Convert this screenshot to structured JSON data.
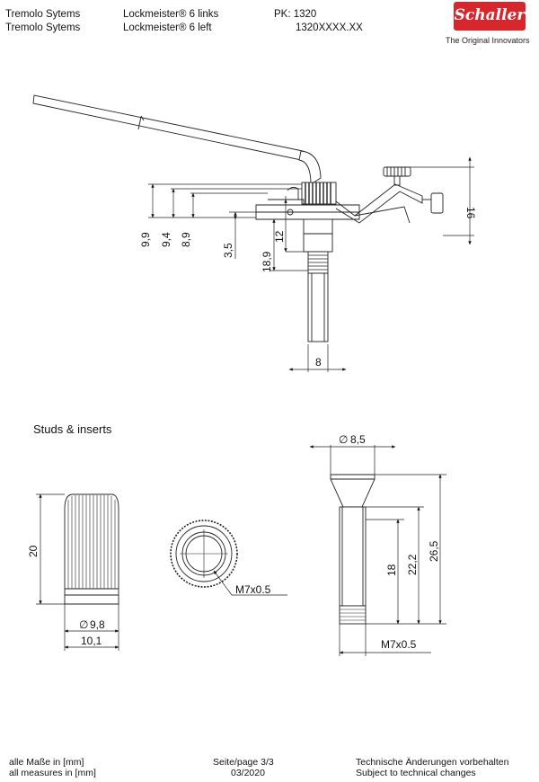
{
  "header": {
    "col1": [
      "Tremolo Sytems",
      "Tremolo Sytems"
    ],
    "col2": [
      "Lockmeister® 6 links",
      "Lockmeister® 6 left"
    ],
    "col3": [
      "PK: 1320",
      "1320XXXX.XX"
    ]
  },
  "brand": {
    "logo": "Schaller",
    "tagline": "The Original Innovators",
    "color": "#d7262c"
  },
  "section": {
    "studs_title": "Studs & inserts"
  },
  "dimensions": {
    "side_9_9": "9,9",
    "side_9_4": "9,4",
    "side_8_9": "8,9",
    "side_3_5": "3,5",
    "side_18_9": "18,9",
    "side_12": "12",
    "side_16": "16",
    "side_8": "8",
    "stud_20": "20",
    "stud_d98": "9,8",
    "stud_101": "10,1",
    "thread_m7": "M7x0.5",
    "insert_d85": "8,5",
    "insert_18": "18",
    "insert_222": "22,2",
    "insert_265": "26,5",
    "insert_m7": "M7x0.5"
  },
  "footer": {
    "left": [
      "alle Maße in [mm]",
      "all measures in [mm]"
    ],
    "center": [
      "Seite/page 3/3",
      "03/2020"
    ],
    "right": [
      "Technische Änderungen vorbehalten",
      "Subject to technical changes"
    ]
  }
}
